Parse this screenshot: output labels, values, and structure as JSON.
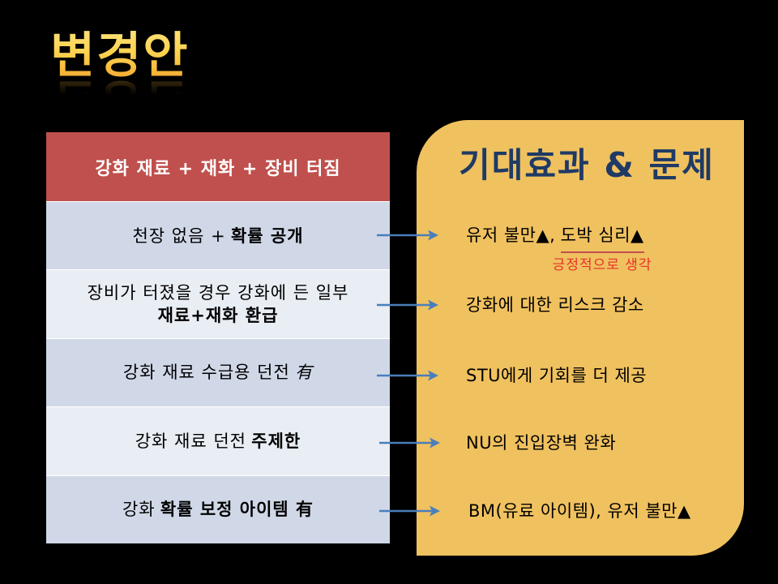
{
  "title": "변경안",
  "table": {
    "header": "강화 재료 + 재화 + 장비 터짐",
    "rows": [
      {
        "text": "천장 없음 +",
        "emphasis": "확률 공개"
      },
      {
        "text": "장비가 터졌을 경우 강화에 든 일부",
        "emphasis": "재료+재화 환급"
      },
      {
        "text": "강화 재료 수급용 던전",
        "emphasis": "有"
      },
      {
        "text": "강화 재료 던전",
        "emphasis": "주제한"
      },
      {
        "text": "강화",
        "emphasis": "확률 보정 아이템 有"
      }
    ]
  },
  "effects": {
    "title": "기대효과 & 문제",
    "items": [
      {
        "text": "유저 불만▲,",
        "underlined": "도박 심리▲",
        "note": "긍정적으로 생각"
      },
      {
        "text": "강화에 대한 리스크 감소"
      },
      {
        "text": "STU에게 기회를 더 제공"
      },
      {
        "text": "NU의 진입장벽 완화"
      },
      {
        "text": "BM(유료 아이템), 유저 불만▲"
      }
    ]
  },
  "colors": {
    "background": "#000000",
    "title_gradient_top": "#FFE27A",
    "title_gradient_bottom": "#F2A22C",
    "header_fill": "#C0504D",
    "row_dark": "#D0D8E8",
    "row_light": "#E9EDF4",
    "panel_fill": "#F0C15F",
    "panel_title": "#1F3A64",
    "underline": "#C0504D",
    "note_text": "#E8302A",
    "arrow": "#4A7EBB"
  }
}
